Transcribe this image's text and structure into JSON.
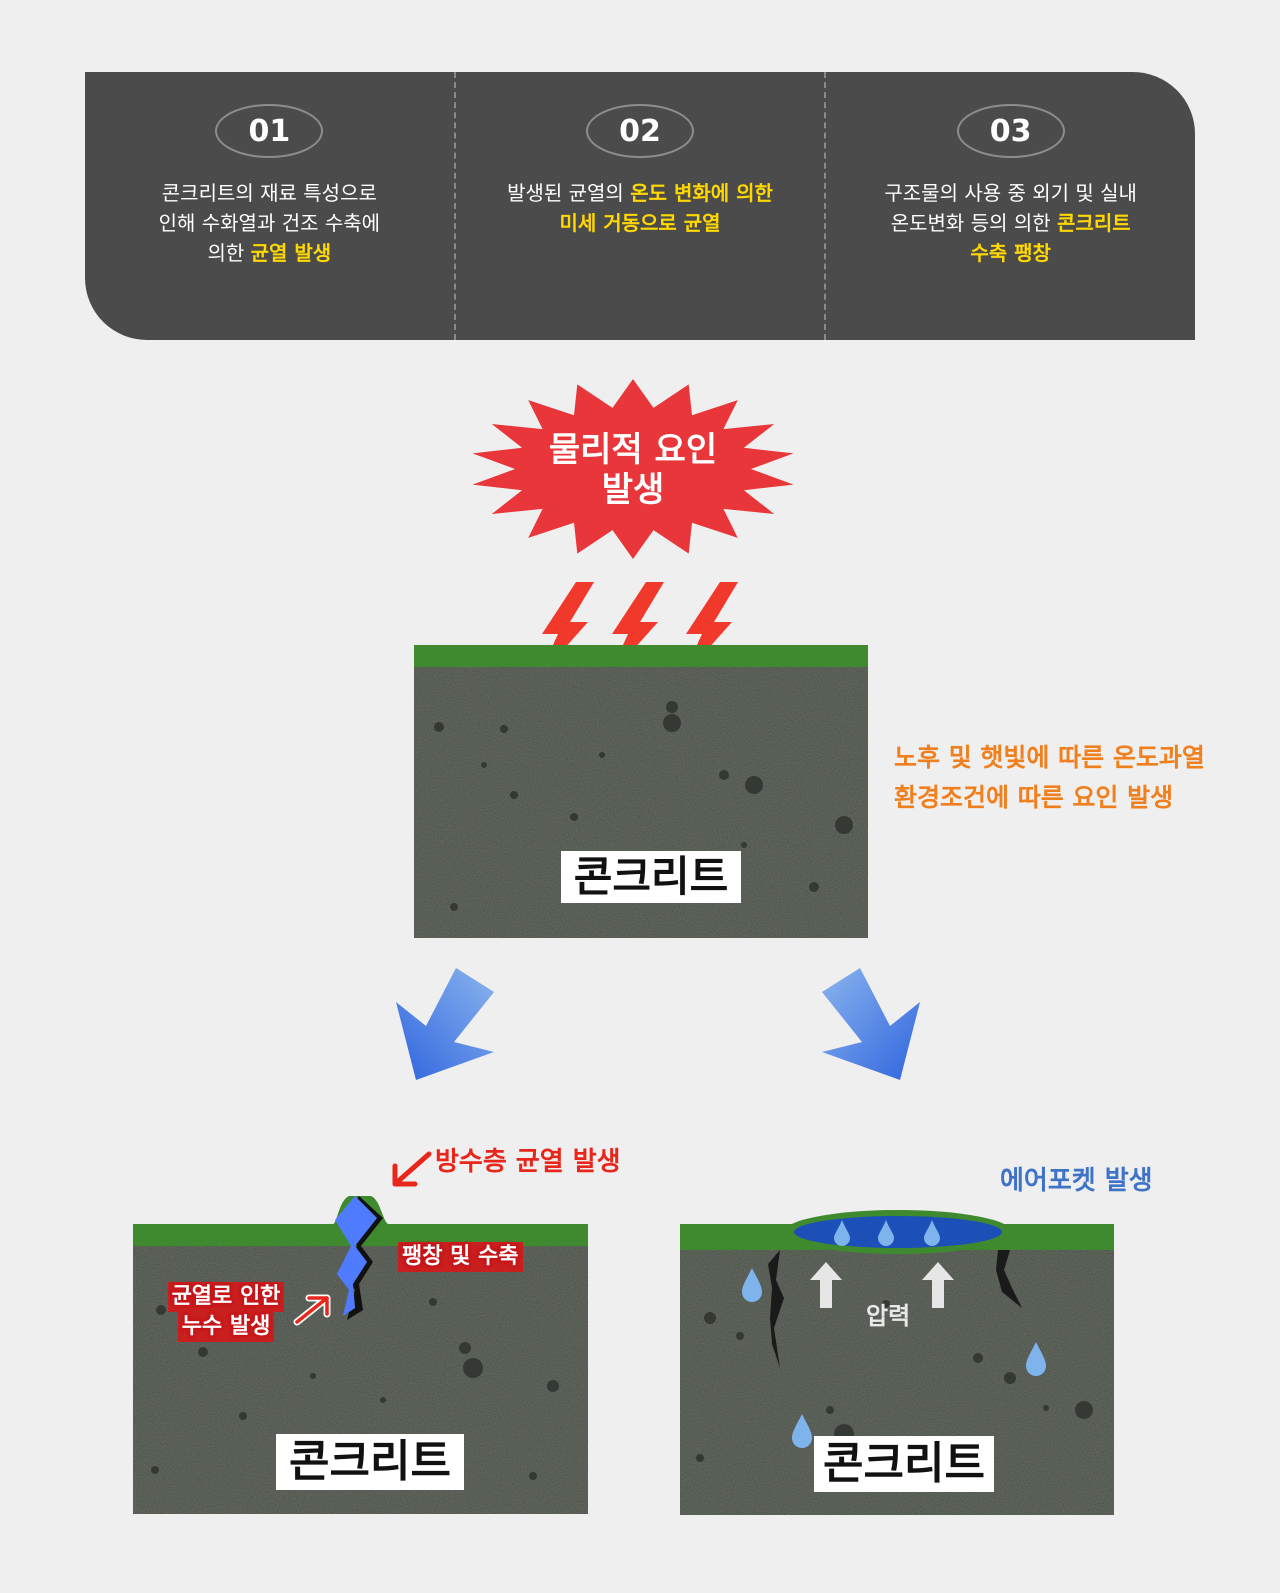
{
  "steps": [
    {
      "num": "01",
      "text_plain": "콘크리트의 재료 특성으로 인해 수화열과 건조 수축에 의한",
      "text_lines": [
        "콘크리트의 재료 특성으로",
        "인해 수화열과 건조 수축에",
        "의한 "
      ],
      "highlight": "균열 발생"
    },
    {
      "num": "02",
      "text_lines": [
        "발생된 균열의 "
      ],
      "highlight_1": "온도 변화에 의한",
      "highlight_2": "미세 거동으로 균열"
    },
    {
      "num": "03",
      "text_lines": [
        "구조물의 사용 중 외기 및 실내",
        "온도변화 등의 의한 "
      ],
      "highlight_1": "콘크리트",
      "highlight_2": "수축 팽창"
    }
  ],
  "starburst": {
    "line1": "물리적 요인",
    "line2": "발생"
  },
  "top_slab_label": "콘크리트",
  "side_note": {
    "line1": "노후 및 햇빛에 따른 온도과열",
    "line2": "환경조건에 따른 요인 발생"
  },
  "left_case": {
    "title": "방수층 균열 발생",
    "expansion_tag": "팽창 및 수축",
    "leak_tag_line1": "균열로 인한",
    "leak_tag_line2": "누수 발생",
    "slab_label": "콘크리트"
  },
  "right_case": {
    "title": "에어포켓 발생",
    "pressure_label": "압력",
    "slab_label": "콘크리트"
  },
  "colors": {
    "panel": "#4b4b4b",
    "highlight": "#ffd800",
    "starburst": "#e8363a",
    "membrane": "#3f8a2e",
    "concrete": "#5c615c",
    "side_note": "#f07f1d",
    "red_title": "#e8261b",
    "blue_title": "#3f73c8",
    "arrow_blue": "#3a6fe0"
  }
}
